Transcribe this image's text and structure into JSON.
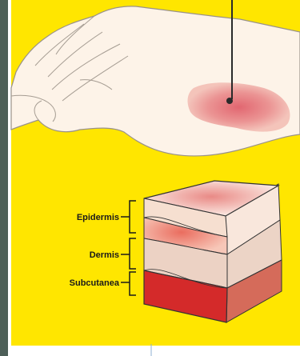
{
  "diagram": {
    "layers": [
      {
        "label": "Epidermis"
      },
      {
        "label": "Dermis"
      },
      {
        "label": "Subcutanea"
      }
    ]
  },
  "colors": {
    "left_frame": "#4d5f58",
    "background": "#ffe600",
    "hand_fill": "#fdf3e8",
    "hand_outline": "#9a9289",
    "lesion": "#e88a8a",
    "pointer_line": "#2a2a2a",
    "epidermis": "#f6dfd0",
    "dermis": "#f08a7a",
    "subcutanea": "#d42a2a"
  }
}
